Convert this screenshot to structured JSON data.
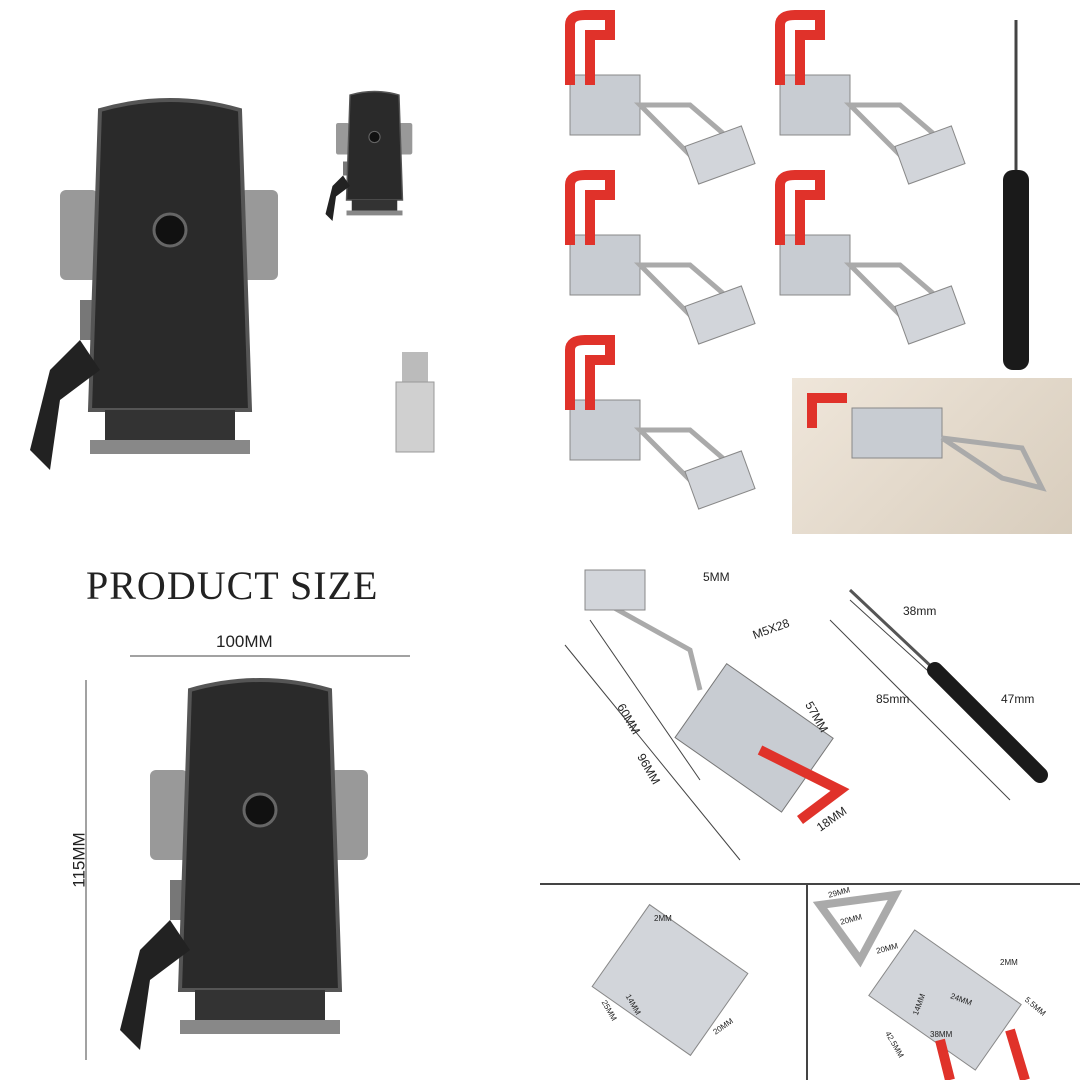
{
  "heading": "PRODUCT SIZE",
  "holder_dims": {
    "width": "100MM",
    "height": "115MM"
  },
  "latch_dims": {
    "hole": "5MM",
    "screw": "M5X28",
    "length_a": "60MM",
    "length_b": "96MM",
    "body": "57MM",
    "width": "18MM"
  },
  "screwdriver_dims": {
    "tip": "38mm",
    "total": "85mm",
    "handle": "47mm"
  },
  "catch_plate_dims": {
    "thickness": "2MM",
    "length": "25MM",
    "hole_spacing": "14MM",
    "width": "20MM"
  },
  "latch_detail_dims": {
    "loop_outer": "29MM",
    "loop_inner": "20MM",
    "rod": "20MM",
    "thickness": "2MM",
    "diag": "24MM",
    "hole_v": "14MM",
    "base": "38MM",
    "hole": "5.5MM",
    "length": "42.5MM"
  },
  "colors": {
    "latch_red": "#e0322a",
    "steel": "#c8ccd2",
    "holder_black": "#2a2a2a"
  }
}
